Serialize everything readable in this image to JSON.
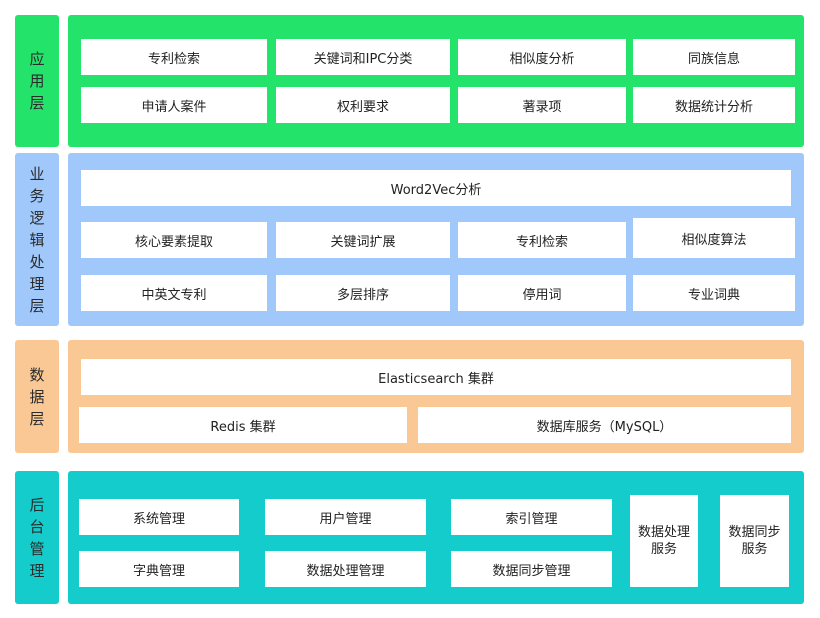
{
  "layers": {
    "application": {
      "label": "应用层",
      "color": "#23e36b",
      "items": [
        "专利检索",
        "关键词和IPC分类",
        "相似度分析",
        "同族信息",
        "申请人案件",
        "权利要求",
        "著录项",
        "数据统计分析"
      ]
    },
    "business": {
      "label": "业务逻辑处理层",
      "color": "#a0c8fa",
      "items": [
        "Word2Vec分析",
        "核心要素提取",
        "关键词扩展",
        "专利检索",
        "相似度算法",
        "中英文专利",
        "多层排序",
        "停用词",
        "专业词典"
      ]
    },
    "data": {
      "label": "数据层",
      "color": "#fac895",
      "items": [
        "Elasticsearch 集群",
        "Redis 集群",
        "数据库服务（MySQL）"
      ]
    },
    "admin": {
      "label": "后台管理",
      "color": "#14cccc",
      "items": [
        "系统管理",
        "用户管理",
        "索引管理",
        "字典管理",
        "数据处理管理",
        "数据同步管理",
        "数据处理服务",
        "数据同步服务"
      ]
    }
  }
}
